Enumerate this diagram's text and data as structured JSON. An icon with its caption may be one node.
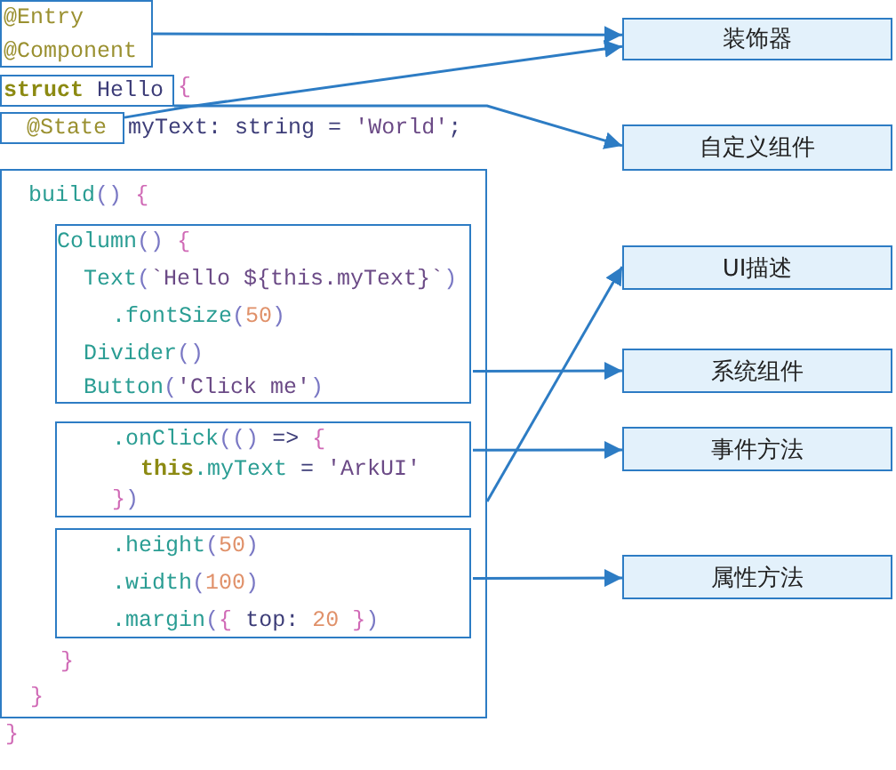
{
  "diagram": {
    "nodes": [
      {
        "text": [
          "@Entry @Component"
        ]
      },
      {
        "text": [
          "struct Hello"
        ]
      },
      {
        "text": [
          "@State"
        ]
      },
      {
        "text": [
          "build() {",
          "}",
          "}"
        ]
      },
      {
        "text": [
          "Column() {",
          "Text(`Hello ${this.myText}`)",
          ".fontSize(50)",
          "Divider()",
          "Button('Click me')"
        ],
        "in": 3
      },
      {
        "text": [
          ".onClick(() => {",
          "this.myText = 'ArkUI'",
          "})"
        ],
        "in": 3
      },
      {
        "text": [
          ".height(50)",
          ".width(100)",
          ".margin({ top: 20 })"
        ],
        "in": 3
      },
      {
        "text": [
          "装饰器"
        ]
      },
      {
        "text": [
          "自定义组件"
        ]
      },
      {
        "text": [
          "UI描述"
        ]
      },
      {
        "text": [
          "系统组件"
        ]
      },
      {
        "text": [
          "事件方法"
        ]
      },
      {
        "text": [
          "属性方法"
        ]
      }
    ],
    "edges": [
      {
        "from": 0,
        "to": 7,
        "arrow": "to"
      },
      {
        "from": 2,
        "to": 7,
        "arrow": "to"
      },
      {
        "from": 1,
        "to": 8,
        "arrow": "to"
      },
      {
        "from": 3,
        "to": 9,
        "arrow": "to"
      },
      {
        "from": 4,
        "to": 10,
        "arrow": "to"
      },
      {
        "from": 5,
        "to": 11,
        "arrow": "to"
      },
      {
        "from": 6,
        "to": 12,
        "arrow": "to"
      }
    ],
    "labels": [
      "{",
      "myText: string = 'World';",
      "}"
    ]
  }
}
